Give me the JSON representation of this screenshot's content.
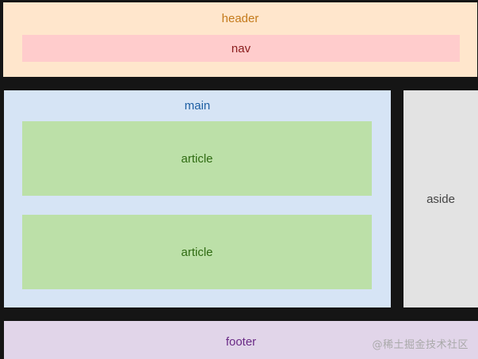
{
  "blocks": {
    "header": "header",
    "nav": "nav",
    "main": "main",
    "article_1": "article",
    "article_2": "article",
    "aside": "aside",
    "footer": "footer"
  },
  "watermark": "@稀土掘金技术社区",
  "colors": {
    "background": "#151515",
    "header": "#ffe6cc",
    "nav": "#ffcccc",
    "main": "#d6e4f5",
    "article": "#bce0a8",
    "aside": "#e3e3e3",
    "footer": "#e1d5e9"
  }
}
